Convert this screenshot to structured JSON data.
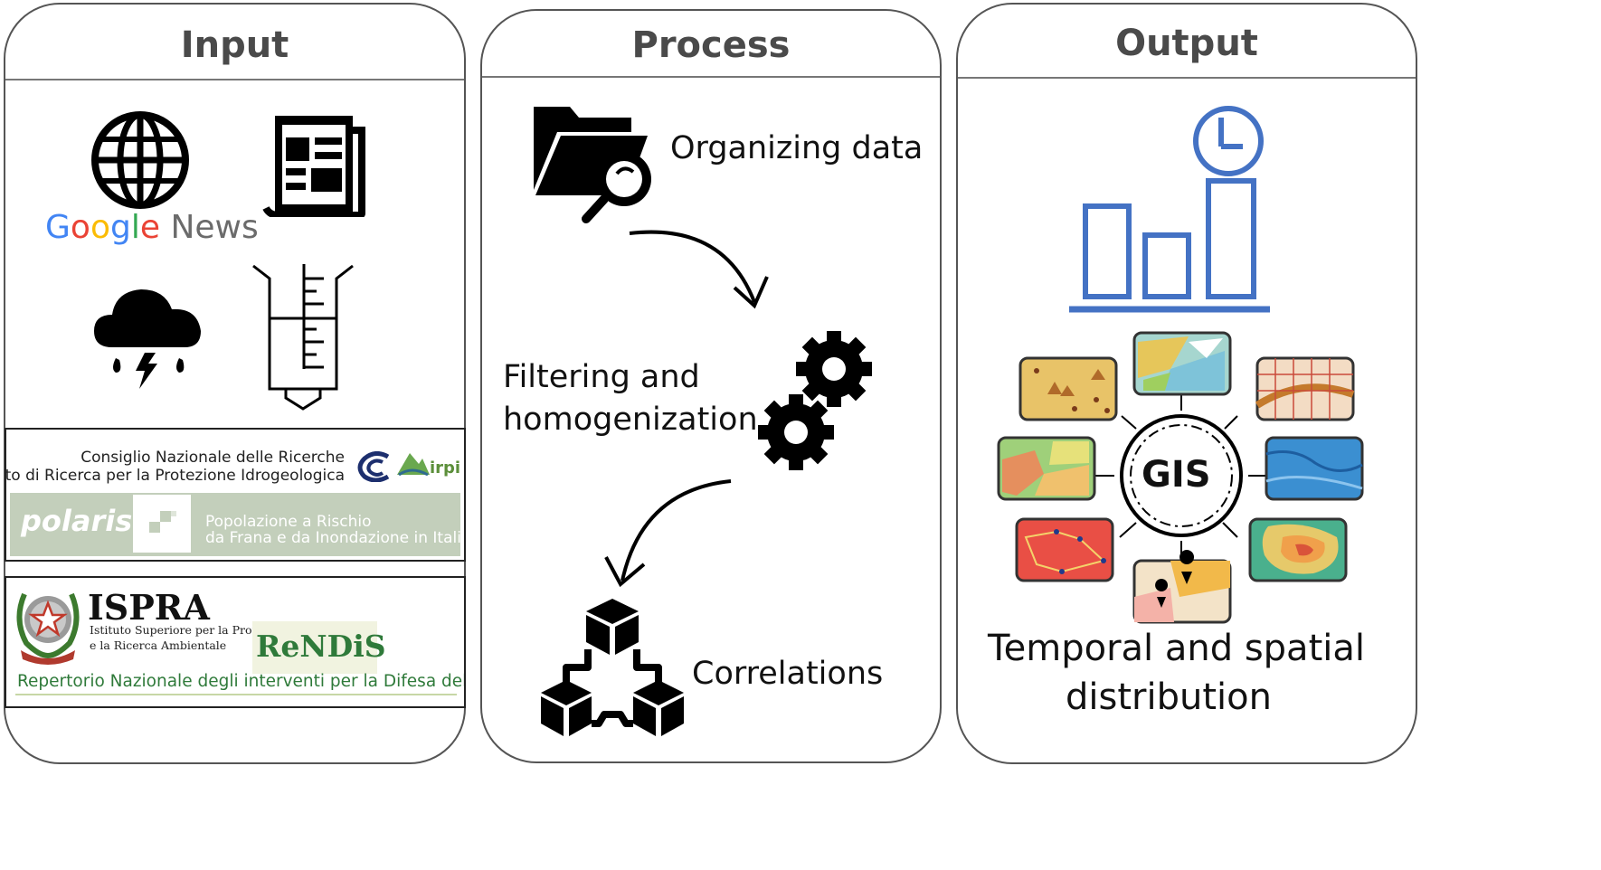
{
  "panels": {
    "input": {
      "title": "Input"
    },
    "process": {
      "title": "Process"
    },
    "output": {
      "title": "Output"
    }
  },
  "input": {
    "google_news": {
      "letters": [
        "G",
        "o",
        "o",
        "g",
        "l",
        "e"
      ],
      "news": "News"
    },
    "cnr": {
      "line1": "Consiglio Nazionale delle Ricerche",
      "line2": "Istituto di Ricerca per la Protezione Idrogeologica",
      "irpi": "irpi"
    },
    "polaris": {
      "name": "polaris",
      "line1": "Popolazione a Rischio",
      "line2": "da Frana e da Inondazione in Italia"
    },
    "ispra": {
      "name": "ISPRA",
      "line1": "Istituto Superiore per la Protezione",
      "line2": "e la Ricerca Ambientale",
      "rendis": "ReNDiS",
      "repertorio": "Repertorio Nazionale degli interventi per la Difesa del Suolo"
    }
  },
  "process": {
    "step1": "Organizing data",
    "step2_line1": "Filtering and",
    "step2_line2": "homogenization",
    "step3": "Correlations"
  },
  "output": {
    "gis": "GIS",
    "label_line1": "Temporal and spatial",
    "label_line2": "distribution"
  },
  "colors": {
    "google_letters": [
      "#4285F4",
      "#EA4335",
      "#FBBC05",
      "#4285F4",
      "#34A853",
      "#EA4335"
    ],
    "news_gray": "#6b6b6b",
    "chart_blue": "#4472c4",
    "polaris_band": "#c3cfbb",
    "rendis_green": "#2f7a3a"
  },
  "icons": [
    "globe-icon",
    "newspaper-icon",
    "storm-cloud-icon",
    "rain-gauge-icon",
    "cnr-logo",
    "irpi-logo",
    "polaris-logo",
    "ispra-emblem",
    "folder-search-icon",
    "gears-icon",
    "cubes-network-icon",
    "clock-icon",
    "bar-chart-icon",
    "gis-hub-icon"
  ]
}
